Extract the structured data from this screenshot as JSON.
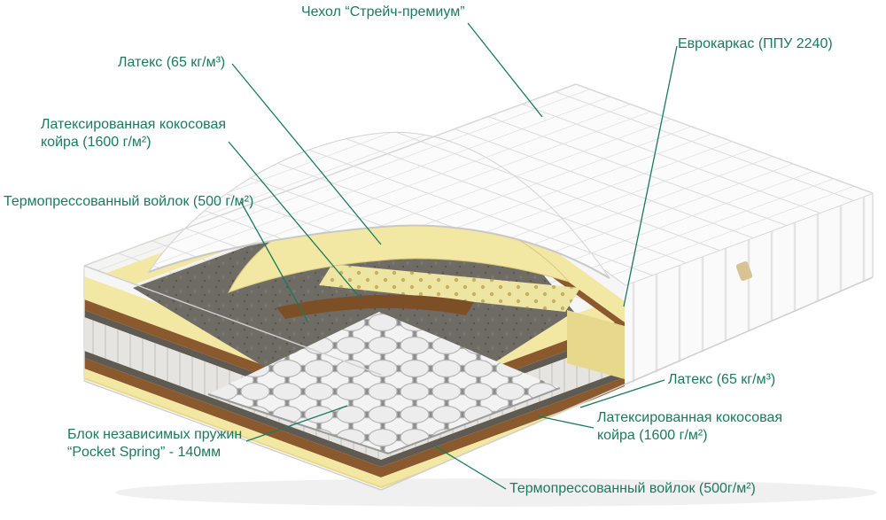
{
  "diagram": {
    "subject": "mattress-cutaway-layers",
    "labels": {
      "cover": "Чехол “Стрейч-премиум”",
      "frame": "Еврокаркас (ППУ 2240)",
      "latex_left": "Латекс (65 кг/м³)",
      "coir_left": "Латексированная кокосовая койра (1600 г/м²)",
      "felt_left": "Термопрессованный войлок (500 г/м²)",
      "springs": "Блок независимых пружин “Pocket Spring” - 140мм",
      "latex_right": "Латекс (65 кг/м³)",
      "coir_right": "Латексированная кокосовая койра (1600 г/м²)",
      "felt_bottom": "Термопрессованный войлок (500г/м²)"
    }
  },
  "colors": {
    "label_green": "#1b7a5e",
    "latex_yellow": "#f2e8a4",
    "coir_brown": "#8a5a2e",
    "felt_gray": "#6f6b65",
    "fabric_white": "#fafafa"
  }
}
